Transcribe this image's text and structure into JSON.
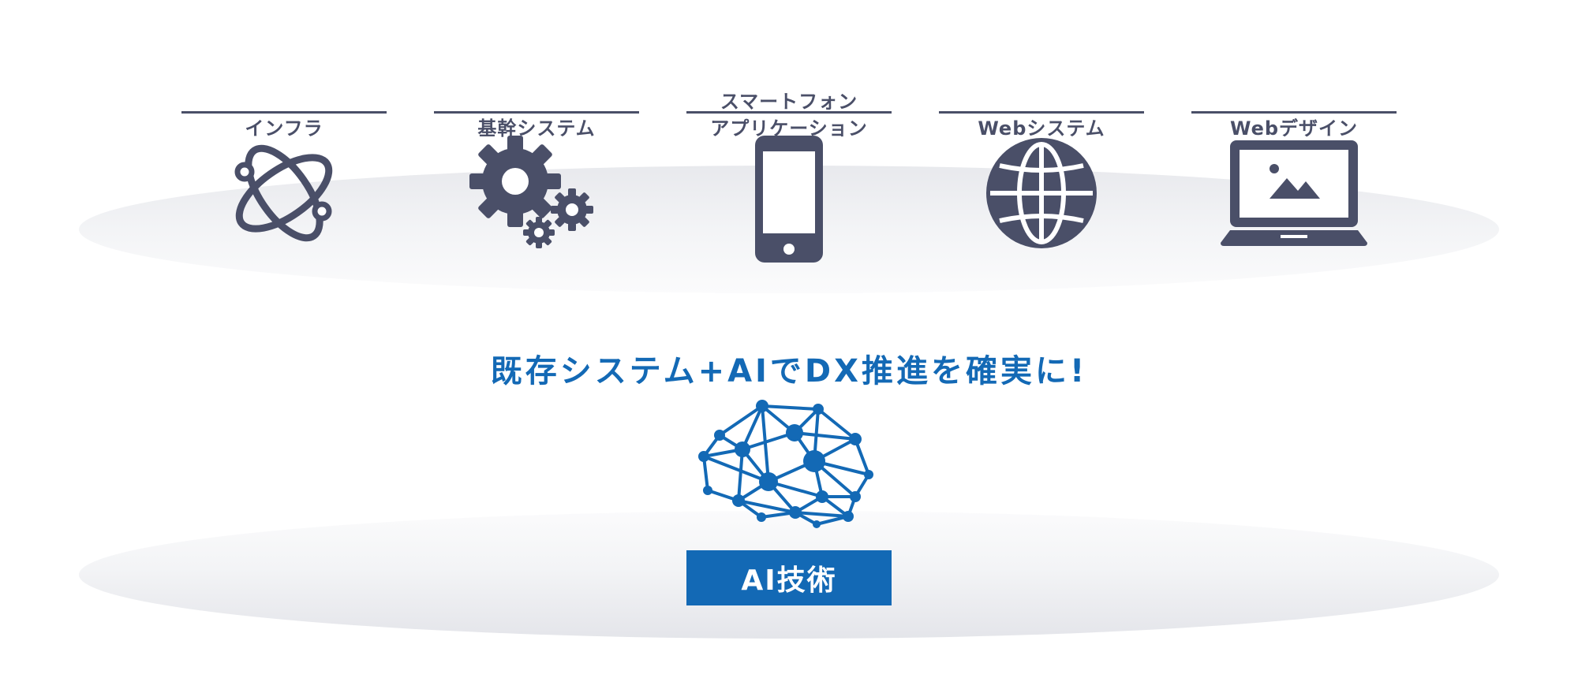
{
  "categories": [
    {
      "label": "インフラ",
      "icon": "atom-icon"
    },
    {
      "label": "基幹システム",
      "icon": "gears-icon"
    },
    {
      "label": "スマートフォン\nアプリケーション",
      "icon": "smartphone-icon"
    },
    {
      "label": "Webシステム",
      "icon": "globe-icon"
    },
    {
      "label": "Webデザイン",
      "icon": "laptop-icon"
    }
  ],
  "headline": "既存システム+AIでDX推進を確実に!",
  "ai_label": "AI技術",
  "network_icon": "neural-network-icon",
  "colors": {
    "icon": "#4a4f68",
    "accent": "#1369b5",
    "ellipse": "#e8e9ed"
  }
}
